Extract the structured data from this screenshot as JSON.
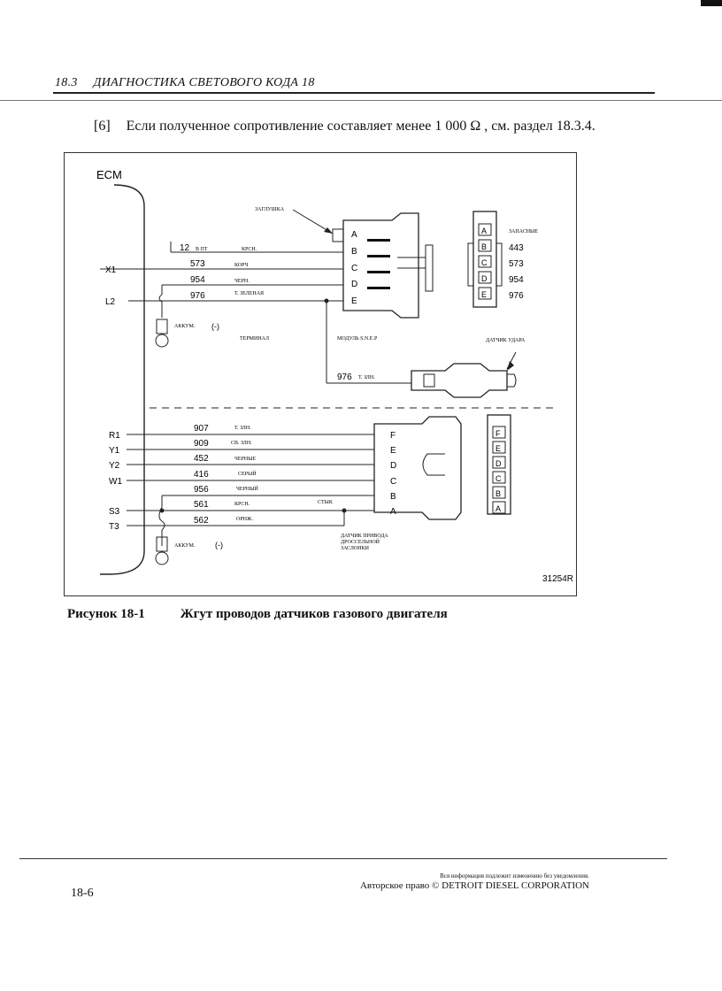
{
  "header": {
    "section_num": "18.3",
    "title": "ДИАГНОСТИКА СВЕТОВОГО КОДА 18"
  },
  "step": {
    "index": "[6]",
    "text": "Если полученное сопротивление составляет менее 1 000 Ω , см. раздел 18.3.4."
  },
  "diagram": {
    "ecm_label": "ECM",
    "plug_label": "ЗАГЛУШКА",
    "spare_label": "ЗАПАСНЫЕ",
    "terminal_label": "ТЕРМИНАЛ",
    "module_label": "МОДУЛЬ S.N.E.P",
    "knock_sensor_label": "ДАТЧИК УДАРА",
    "splice_label": "СТЫК",
    "throttle_label": [
      "ДАТЧИК ПРИВОДА",
      "ДРОССЕЛЬНОЙ",
      "ЗАСЛОНКИ"
    ],
    "battery_label": "АККУМ.",
    "minus": "(-)",
    "figure_id": "31254R",
    "ecm_pins_top": [
      "X1",
      "L2"
    ],
    "ecm_pins_bottom": [
      "R1",
      "Y1",
      "Y2",
      "W1",
      "S3",
      "T3"
    ],
    "upper_wires": [
      {
        "num": "12",
        "extra": "В ПТ",
        "color": "КРСН."
      },
      {
        "num": "573",
        "color": "КОРЧ"
      },
      {
        "num": "954",
        "color": "ЧЕРН."
      },
      {
        "num": "976",
        "color": "Т. ЗЕЛЕНАЯ"
      }
    ],
    "knock_wire": {
      "num": "976",
      "color": "Т. ЗЛН."
    },
    "upper_connector_pins": [
      "A",
      "B",
      "C",
      "D",
      "E"
    ],
    "spare_pins": [
      "A",
      "B",
      "C",
      "D",
      "E"
    ],
    "spare_values": [
      "443",
      "573",
      "954",
      "976"
    ],
    "lower_wires": [
      {
        "num": "907",
        "color": "Т. ЗЛН."
      },
      {
        "num": "909",
        "color": "СВ. ЗЛН."
      },
      {
        "num": "452",
        "color": "ЧЕРНЫЕ"
      },
      {
        "num": "416",
        "color": "СЕРЫЙ"
      },
      {
        "num": "956",
        "color": "ЧЕРНЫЙ"
      },
      {
        "num": "561",
        "color": "КРСН."
      },
      {
        "num": "562",
        "color": "ОРНЖ."
      }
    ],
    "lower_connector_pins": [
      "F",
      "E",
      "D",
      "C",
      "B",
      "A"
    ],
    "lower_side_pins": [
      "F",
      "E",
      "D",
      "C",
      "B",
      "A"
    ]
  },
  "caption": {
    "label": "Рисунок 18-1",
    "text": "Жгут проводов датчиков газового двигателя"
  },
  "footer": {
    "page": "18-6",
    "notice": "Вся информация подлежит изменению без уведомления.",
    "copyright": "Авторское право © DETROIT DIESEL CORPORATION"
  }
}
